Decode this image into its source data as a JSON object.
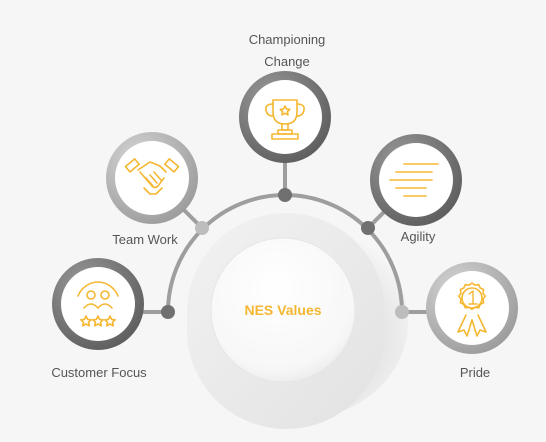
{
  "center": {
    "label": "NES Values"
  },
  "values": [
    {
      "id": "customer-focus",
      "label": "Customer Focus",
      "icon": "customer-rating-icon"
    },
    {
      "id": "team-work",
      "label": "Team Work",
      "icon": "handshake-icon"
    },
    {
      "id": "championing-change",
      "label_line1": "Championing",
      "label_line2": "Change",
      "icon": "trophy-icon"
    },
    {
      "id": "agility",
      "label": "Agility",
      "icon": "speed-lines-icon"
    },
    {
      "id": "pride",
      "label": "Pride",
      "icon": "medal-icon"
    }
  ],
  "colors": {
    "accent": "#f5b731",
    "ring_dark": "#7a7a7a",
    "ring_light": "#bdbdbd",
    "connector": "#9e9e9e",
    "label_text": "#555555",
    "background": "#f6f6f6"
  }
}
